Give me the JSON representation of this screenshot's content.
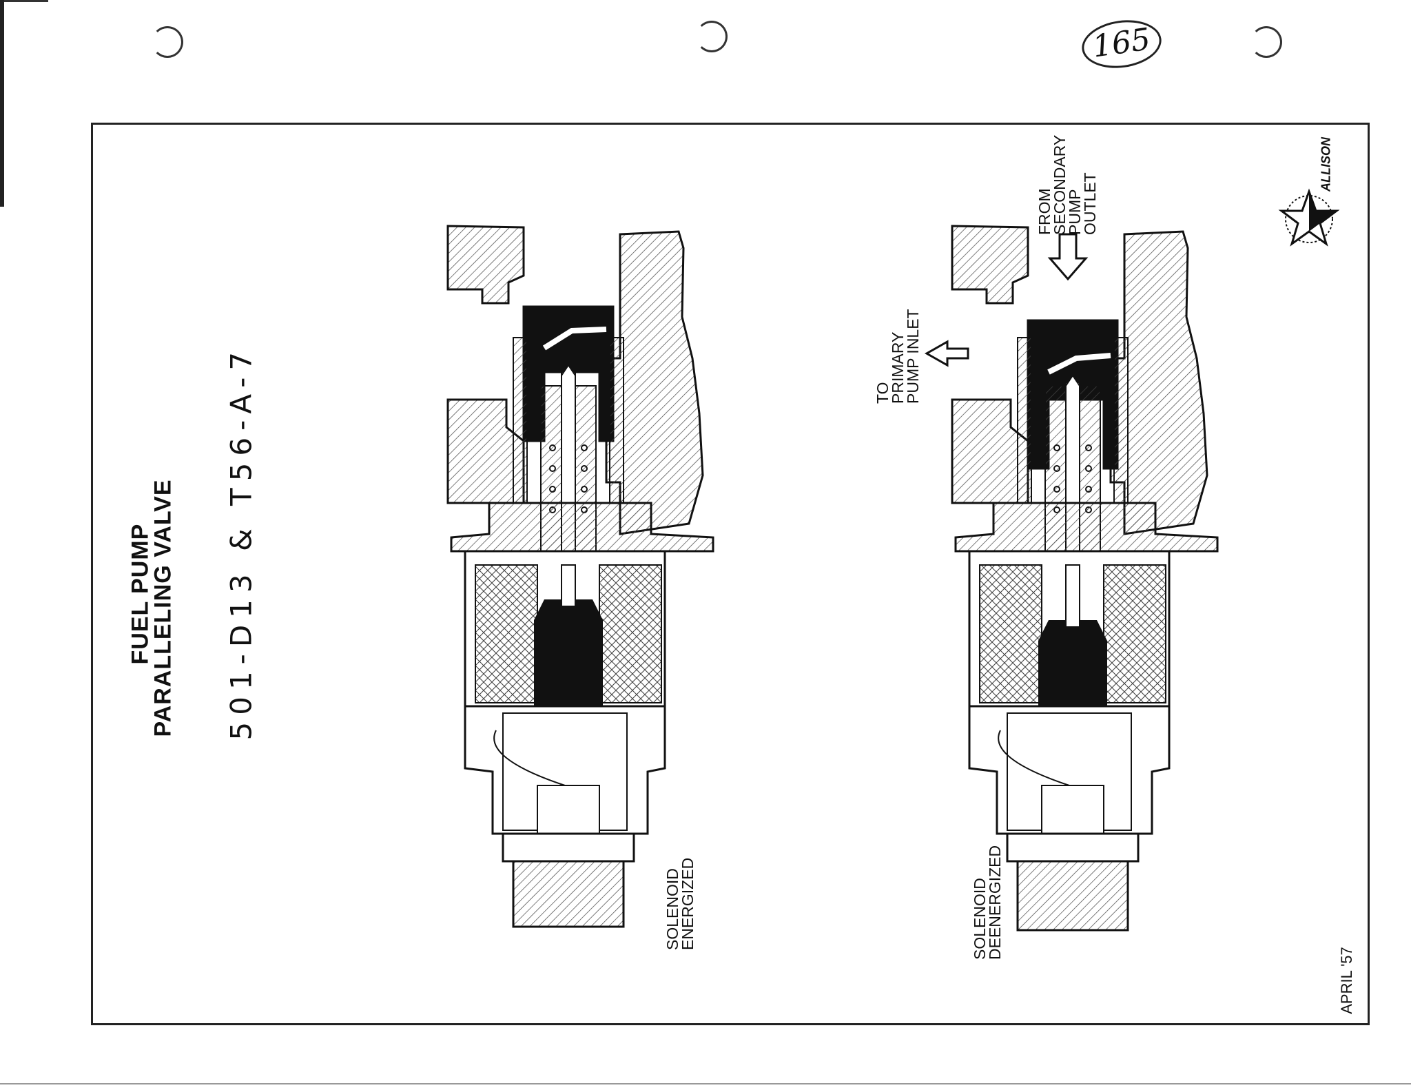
{
  "page_number": "165",
  "title_line1": "FUEL PUMP",
  "title_line2": "PARALLELING VALVE",
  "model_codes": "501-D13 & T56-A-7",
  "labels": {
    "solenoid_energized": [
      "SOLENOID",
      "ENERGIZED"
    ],
    "solenoid_deenergized": [
      "SOLENOID",
      "DEENERGIZED"
    ],
    "to_primary": [
      "TO",
      "PRIMARY",
      "PUMP INLET"
    ],
    "from_secondary": [
      "FROM",
      "SECONDARY",
      "PUMP",
      "OUTLET"
    ]
  },
  "logo_text": "ALLISON",
  "date": "APRIL '57",
  "colors": {
    "ink": "#111111",
    "hatch": "#555555",
    "paper": "#ffffff"
  }
}
